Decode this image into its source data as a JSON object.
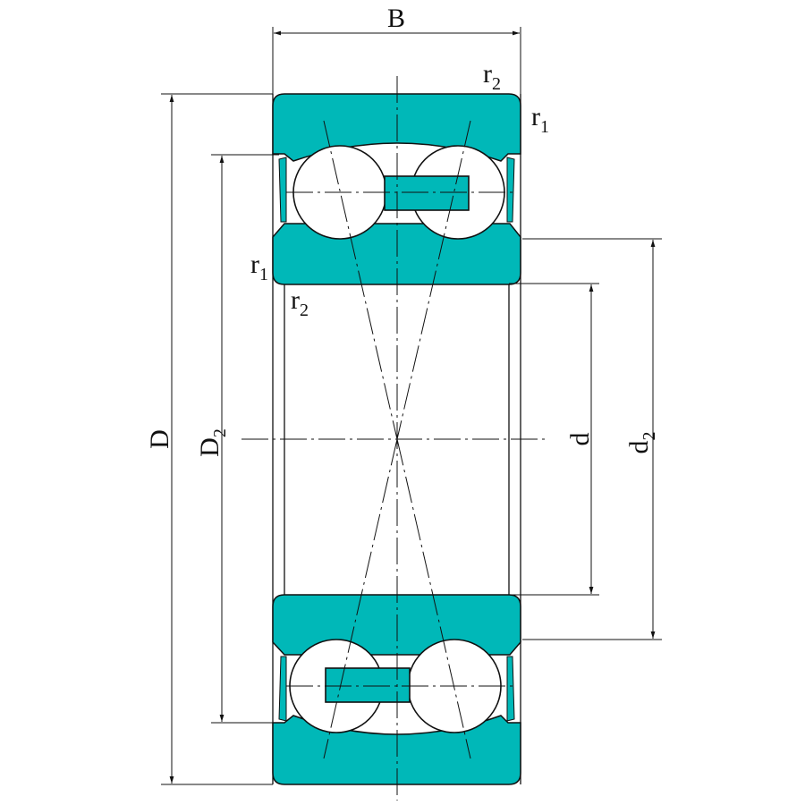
{
  "diagram": {
    "title": "Double row angular contact ball bearing cross-section",
    "fill_color": "#00b8b8",
    "line_color": "#111111",
    "labels": {
      "width": "B",
      "outer_diameter": "D",
      "outer_ring_shoulder": "D",
      "outer_ring_shoulder_sub": "2",
      "bore": "d",
      "inner_ring_shoulder": "d",
      "inner_ring_shoulder_sub": "2",
      "r2_top_main": "r",
      "r2_top_sub": "2",
      "r1_top_main": "r",
      "r1_top_sub": "1",
      "r1_left_main": "r",
      "r1_left_sub": "1",
      "r2_left_main": "r",
      "r2_left_sub": "2"
    }
  }
}
